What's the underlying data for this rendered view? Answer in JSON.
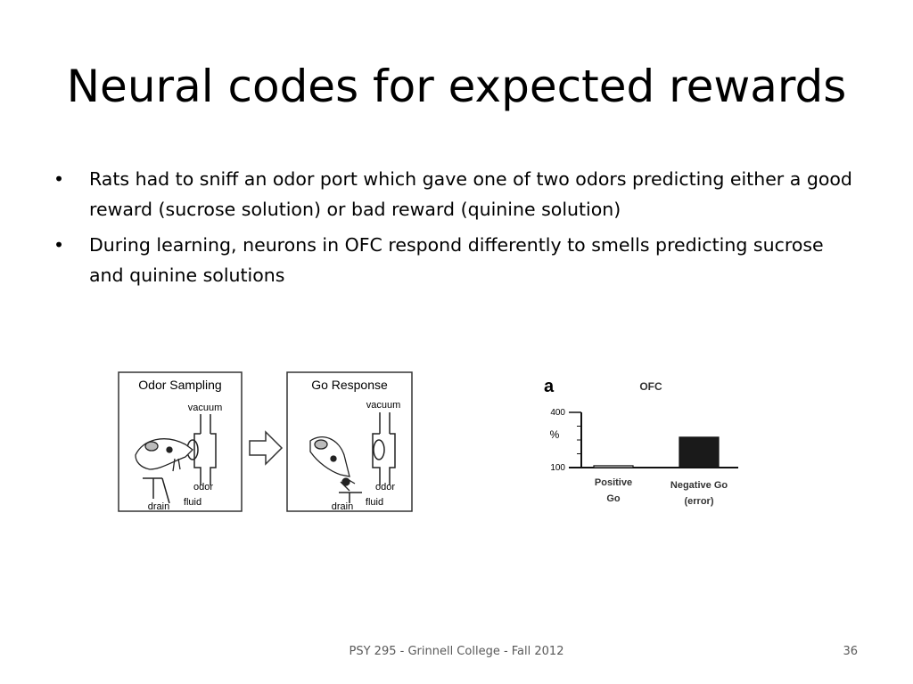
{
  "slide": {
    "title": "Neural codes for expected rewards",
    "bullets": [
      "Rats had to sniff an odor port which gave one of two odors predicting either a good reward (sucrose solution) or bad reward (quinine solution)",
      "During learning, neurons in OFC respond differently to smells predicting sucrose and quinine solutions"
    ],
    "bullet_symbol": "•"
  },
  "task_diagram": {
    "panels": [
      {
        "title": "Odor Sampling",
        "labels": {
          "vacuum": "vacuum",
          "odor": "odor",
          "fluid": "fluid",
          "drain": "drain"
        }
      },
      {
        "title": "Go Response",
        "labels": {
          "vacuum": "vacuum",
          "odor": "odor",
          "fluid": "fluid",
          "drain": "drain"
        }
      }
    ],
    "arrow_icon": "right-arrow-icon"
  },
  "chart_data": {
    "type": "bar",
    "panel_label": "a",
    "title": "OFC",
    "ylabel": "%",
    "yticks": [
      "400",
      "100"
    ],
    "ylim": [
      100,
      400
    ],
    "categories": [
      {
        "line1": "Positive",
        "line2": "Go"
      },
      {
        "line1": "Negative Go",
        "line2": "(error)"
      }
    ],
    "values": [
      110,
      265
    ],
    "bar_colors": [
      "#ffffff",
      "#1a1a1a"
    ]
  },
  "footer": {
    "text": "PSY 295 - Grinnell College - Fall 2012",
    "page": "36"
  }
}
